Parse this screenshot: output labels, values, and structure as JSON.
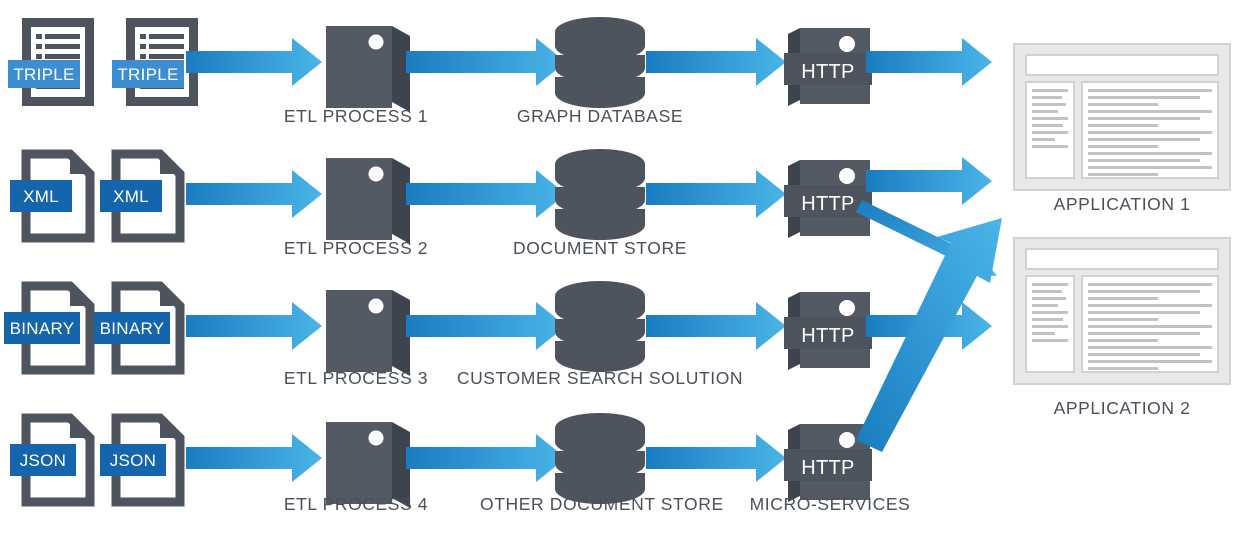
{
  "diagram": {
    "title": "Data ingestion and delivery pipeline",
    "colors": {
      "arrow_dark": "#1a7cc0",
      "arrow_light": "#4ab5e8",
      "icon_gray": "#4e545e",
      "icon_gray_dark": "#3e444d",
      "badge_blue": "#1465ab",
      "badge_blue_light": "#3d8ed0",
      "label_text": "#4a5058",
      "app_frame": "#e3e3e3",
      "app_border": "#cfcfcf",
      "app_line": "#c9c9c9"
    },
    "rows": [
      {
        "id": "row-1",
        "source_format": "TRIPLE",
        "source_icon": "document-lines-icon",
        "etl_label": "ETL PROCESS 1",
        "store_label": "GRAPH DATABASE",
        "endpoint_label": "HTTP"
      },
      {
        "id": "row-2",
        "source_format": "XML",
        "source_icon": "document-outline-icon",
        "etl_label": "ETL PROCESS 2",
        "store_label": "DOCUMENT STORE",
        "endpoint_label": "HTTP"
      },
      {
        "id": "row-3",
        "source_format": "BINARY",
        "source_icon": "document-outline-icon",
        "etl_label": "ETL PROCESS 3",
        "store_label": "CUSTOMER  SEARCH SOLUTION",
        "endpoint_label": "HTTP"
      },
      {
        "id": "row-4",
        "source_format": "JSON",
        "source_icon": "document-outline-icon",
        "etl_label": "ETL PROCESS 4",
        "store_label": "OTHER DOCUMENT STORE",
        "endpoint_label": "HTTP",
        "endpoint_group_label": "MICRO-SERVICES"
      }
    ],
    "applications": [
      {
        "id": "app-1",
        "label": "APPLICATION 1"
      },
      {
        "id": "app-2",
        "label": "APPLICATION 2"
      }
    ]
  }
}
